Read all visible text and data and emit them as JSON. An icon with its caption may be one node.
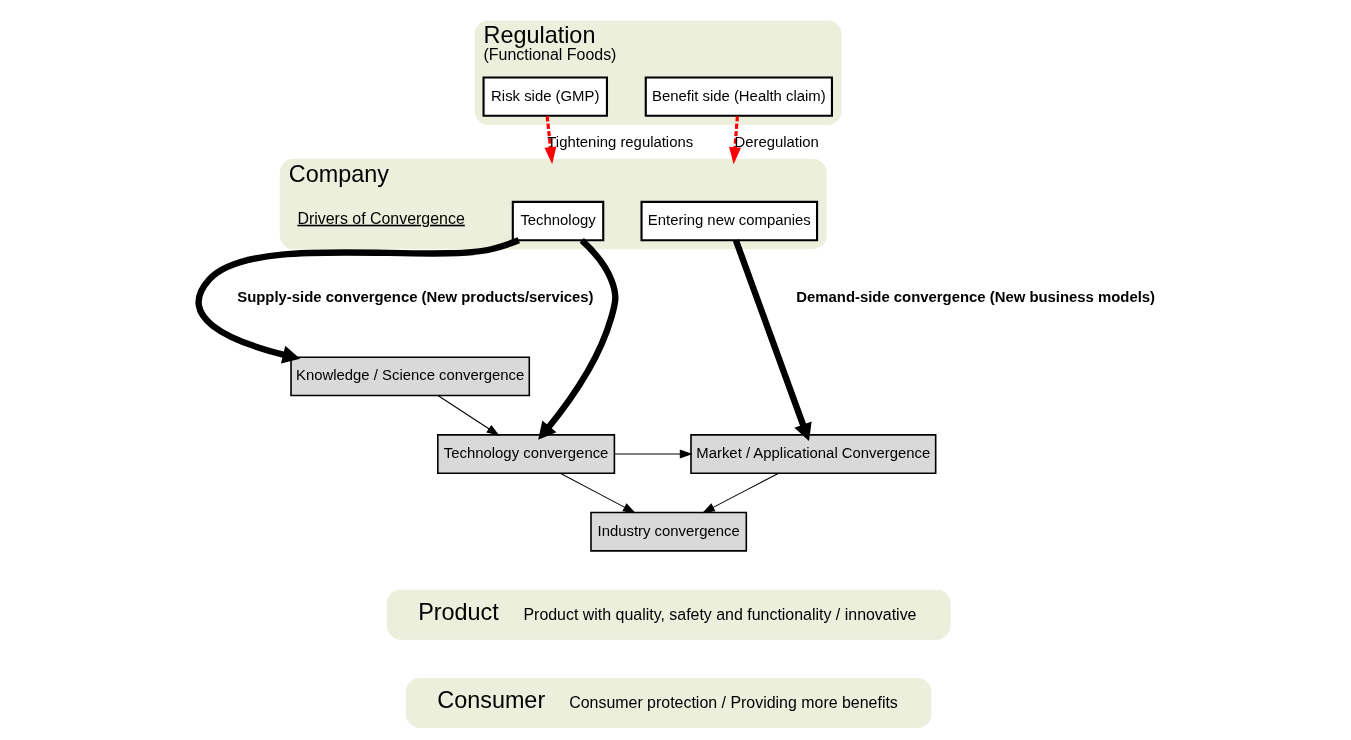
{
  "diagram": {
    "nodes": [
      {
        "text": [
          "Regulation",
          "(Functional Foods)"
        ]
      },
      {
        "text": [
          "Risk side (GMP)"
        ],
        "in": 0
      },
      {
        "text": [
          "Benefit side (Health claim)"
        ],
        "in": 0
      },
      {
        "text": [
          "Company"
        ]
      },
      {
        "text": [
          "Technology"
        ],
        "in": 3
      },
      {
        "text": [
          "Entering new companies"
        ],
        "in": 3
      },
      {
        "text": [
          "Knowledge / Science convergence"
        ]
      },
      {
        "text": [
          "Technology convergence"
        ]
      },
      {
        "text": [
          "Market / Applicational Convergence"
        ]
      },
      {
        "text": [
          "Industry convergence"
        ]
      },
      {
        "text": [
          "Product",
          "Product with quality, safety and functionality / innovative"
        ]
      },
      {
        "text": [
          "Consumer",
          "Consumer protection / Providing more benefits"
        ]
      }
    ],
    "edges": [
      {
        "from": 1,
        "to": 3,
        "arrow": "to",
        "label": "Tightening regulations",
        "style": "dashed",
        "color": "#ff0000"
      },
      {
        "from": 2,
        "to": 3,
        "arrow": "to",
        "label": "Deregulation",
        "style": "dashed",
        "color": "#ff0000"
      },
      {
        "from": 4,
        "to": 6,
        "arrow": "to",
        "style": "thick"
      },
      {
        "from": 4,
        "to": 7,
        "arrow": "to",
        "style": "thick"
      },
      {
        "from": 5,
        "to": 8,
        "arrow": "to",
        "style": "thick"
      },
      {
        "from": 6,
        "to": 7,
        "arrow": "to"
      },
      {
        "from": 7,
        "to": 8,
        "arrow": "to"
      },
      {
        "from": 7,
        "to": 9,
        "arrow": "to"
      },
      {
        "from": 8,
        "to": 9,
        "arrow": "to"
      }
    ],
    "labels": [
      "Drivers of Convergence",
      "Supply-side convergence (New products/services)",
      "Demand-side convergence (New business models)"
    ]
  }
}
